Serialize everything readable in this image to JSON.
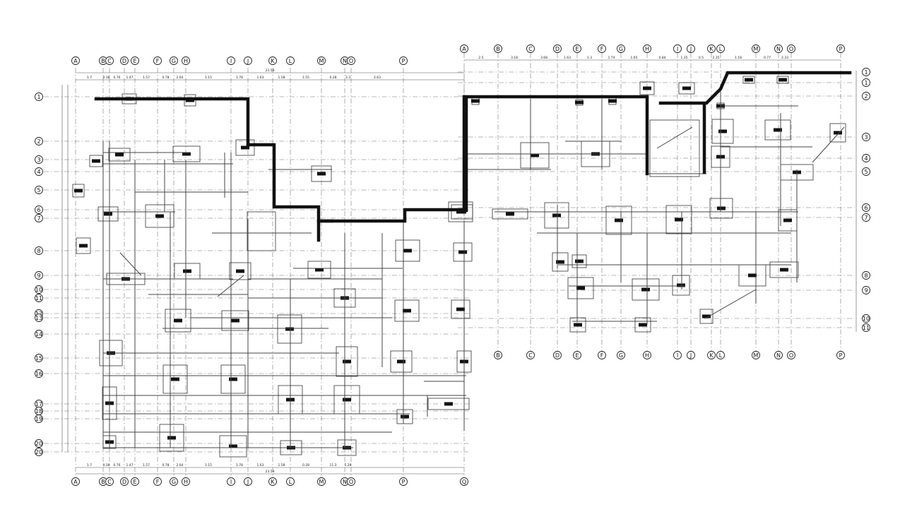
{
  "left_block": {
    "col_labels": [
      "A",
      "B",
      "C",
      "D",
      "E",
      "F",
      "G",
      "H",
      "I",
      "J",
      "K",
      "L",
      "M",
      "N",
      "O",
      "P"
    ],
    "bottom_col_labels": [
      "A",
      "B",
      "C",
      "D",
      "E",
      "F",
      "G",
      "H",
      "I",
      "J",
      "K",
      "L",
      "M",
      "N",
      "O",
      "P",
      "Q"
    ],
    "row_labels": [
      "1",
      "2",
      "3",
      "4",
      "5",
      "6",
      "7",
      "8",
      "9",
      "10",
      "11",
      "12",
      "13",
      "14",
      "15",
      "16",
      "17",
      "18",
      "19",
      "20"
    ],
    "top_dims": [
      "1.7",
      "0.38",
      "0.76",
      "1.47",
      "1.57",
      "0.78",
      "2.64",
      "1.15",
      "1.78",
      "1.63",
      "1.58",
      "1.55",
      "0.28",
      "3.3",
      "2.63"
    ],
    "top_total": "23.59",
    "bottom_dims": [
      "1.7",
      "0.38",
      "0.76",
      "1.47",
      "1.57",
      "0.78",
      "2.64",
      "1.15",
      "1.78",
      "1.63",
      "1.58",
      "0.28",
      "11.3",
      "5.28"
    ],
    "bottom_total": "23.59"
  },
  "right_block": {
    "col_labels_top": [
      "A",
      "B",
      "C",
      "D",
      "E",
      "F",
      "G",
      "H",
      "I",
      "J",
      "K",
      "L",
      "M",
      "N",
      "O",
      "P"
    ],
    "col_labels_bottom": [
      "B",
      "C",
      "D",
      "E",
      "F",
      "G",
      "H",
      "I",
      "J",
      "K",
      "L",
      "M",
      "N",
      "O",
      "P"
    ],
    "row_labels": [
      "1",
      "1",
      "2",
      "3",
      "4",
      "5",
      "6",
      "7",
      "8",
      "9",
      "10",
      "11"
    ],
    "top_dims": [
      "2.5",
      "3.18",
      "3.68",
      "1.63",
      "1.3",
      "1.74",
      "1.65",
      "0.84",
      "1.35",
      "0.5",
      "2.35",
      "1.18",
      "0.77",
      "2.33"
    ]
  }
}
